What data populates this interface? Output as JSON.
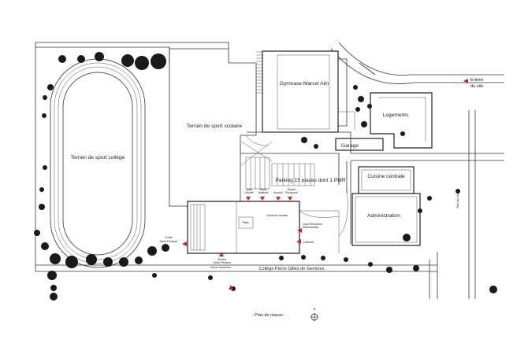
{
  "labels": {
    "gym": "Gymnase Marcel Alin",
    "logements": "Logements",
    "garage": "Garage",
    "cuisine": "Cuisine centrale",
    "administration": "Administration",
    "terrain_scolaire": "Terrain de sport scolaire",
    "terrain_college": "Terrain de sport collège",
    "parking": "Parking 15 places dont 1 PMR",
    "college": "Collège Pierre Gilles de Gemmes",
    "rue": "Rue du Cerisier",
    "patio": "Patio",
    "escalier": "Véhicule escalier",
    "plan_title": "- Plan de masse -",
    "north": "N"
  },
  "arrows": {
    "entree_site": [
      "Entrée",
      "du site"
    ],
    "sortie_demi_pension": [
      "Sortie",
      "Demi-Pension"
    ],
    "entree_demi_pension": [
      "Entrée",
      "Demi-Pension"
    ],
    "acces_livraisons": "Accès livraisons",
    "quai_dechet": [
      "Quai",
      "Déchet"
    ],
    "stock_materiel": [
      "Stock",
      "Matériel"
    ],
    "accueil": [
      "Accueil"
    ],
    "entree_personnel": [
      "Entrée",
      "Personnel"
    ],
    "quai_reception": [
      "Quai Reception",
      "Marchandise"
    ],
    "dechets": "Déchets"
  }
}
